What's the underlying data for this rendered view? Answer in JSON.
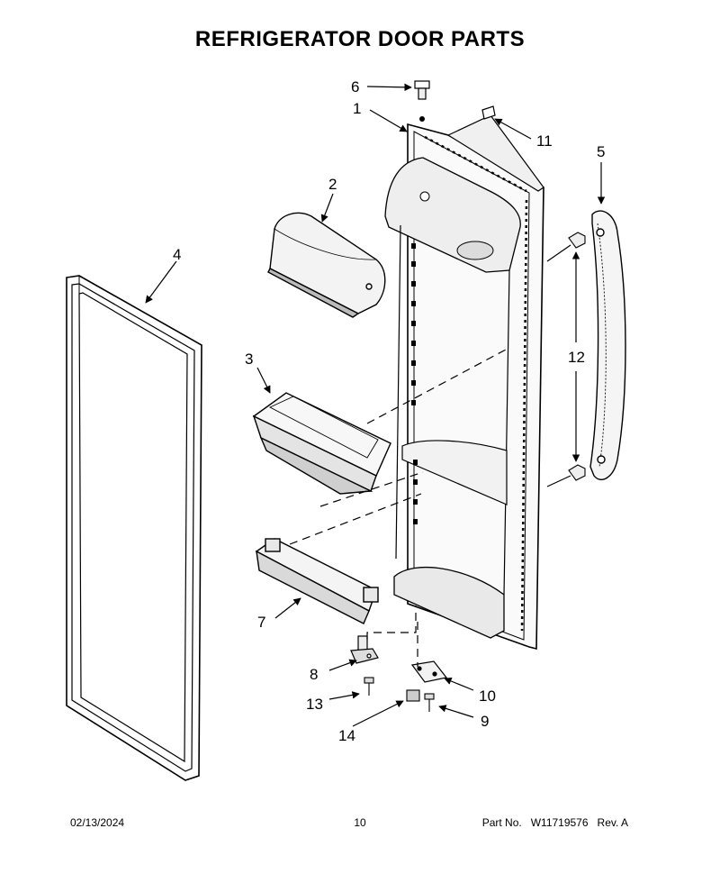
{
  "header": {
    "title": "REFRIGERATOR DOOR PARTS"
  },
  "callouts": {
    "c1": "1",
    "c2": "2",
    "c3": "3",
    "c4": "4",
    "c5": "5",
    "c6": "6",
    "c7": "7",
    "c8": "8",
    "c9": "9",
    "c10": "10",
    "c11": "11",
    "c12": "12",
    "c13": "13",
    "c14": "14"
  },
  "footer": {
    "date": "02/13/2024",
    "page": "10",
    "part_label": "Part No.",
    "part_number": "W11719576",
    "revision": "Rev.  A"
  }
}
